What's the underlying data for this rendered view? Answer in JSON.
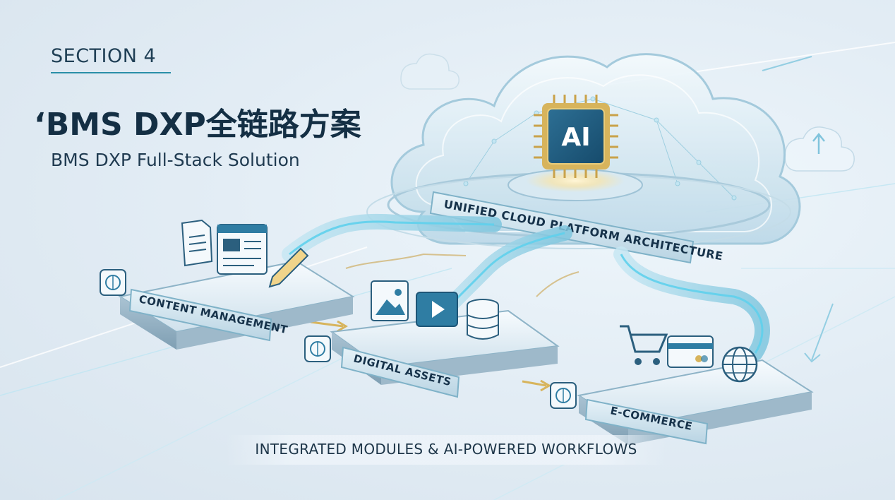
{
  "header": {
    "section_label": "SECTION 4",
    "title_cn": "‘BMS DXP全链路方案",
    "title_en": "BMS DXP Full-Stack Solution"
  },
  "diagram": {
    "cloud_label": "UNIFIED CLOUD PLATFORM ARCHITECTURE",
    "chip_label": "AI",
    "modules": [
      {
        "label": "CONTENT MANAGEMENT",
        "icons": [
          "document-icon",
          "webpage-icon",
          "pencil-icon"
        ]
      },
      {
        "label": "DIGITAL ASSETS",
        "icons": [
          "image-icon",
          "video-play-icon",
          "database-icon"
        ]
      },
      {
        "label": "E-COMMERCE",
        "icons": [
          "shopping-cart-icon",
          "credit-card-icon",
          "globe-icon"
        ]
      }
    ]
  },
  "footer": {
    "caption": "INTEGRATED MODULES & AI-POWERED WORKFLOWS"
  },
  "colors": {
    "accent": "#2a8fa8",
    "dark_text": "#16324a",
    "flow_cyan": "#5fd0ec",
    "chip_gold": "#c9a24a"
  }
}
